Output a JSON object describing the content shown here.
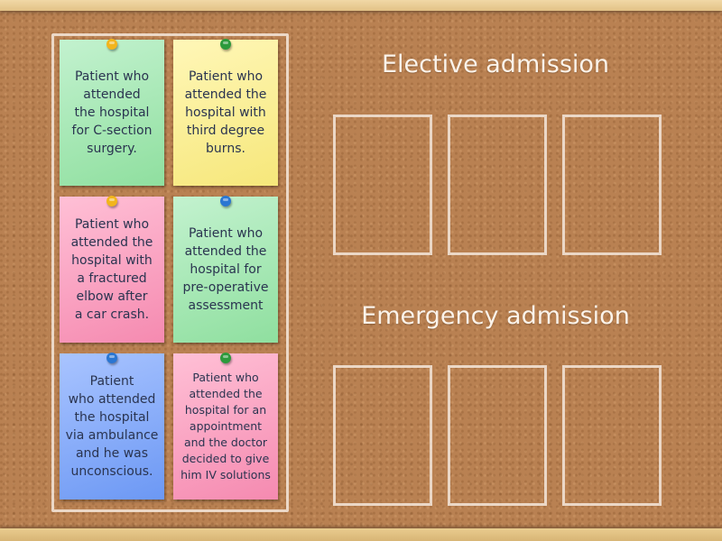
{
  "activity": {
    "type": "group sort",
    "source_panel": {
      "cards": [
        {
          "text": "Patient who\nattended\nthe hospital\nfor C-section\nsurgery.",
          "color": "green",
          "pin": "#f2b51c"
        },
        {
          "text": "Patient who\nattended the\nhospital with\nthird degree\nburns.",
          "color": "yellow",
          "pin": "#2c9a3c"
        },
        {
          "text": "Patient who\nattended the\nhospital with\na fractured\nelbow after\na car crash.",
          "color": "pink",
          "pin": "#f2b51c"
        },
        {
          "text": "Patient who\nattended the\nhospital for\npre-operative\nassessment",
          "color": "green",
          "pin": "#2a76d2"
        },
        {
          "text": "Patient\nwho attended\nthe hospital\nvia ambulance\nand he was\nunconscious.",
          "color": "blue",
          "pin": "#2a76d2"
        },
        {
          "text": "Patient who\nattended the\nhospital for an\nappointment\nand the doctor\ndecided to give\nhim IV solutions",
          "color": "pink",
          "pin": "#2c9a3c"
        }
      ]
    },
    "groups": [
      {
        "title": "Elective admission",
        "slots": 3
      },
      {
        "title": "Emergency admission",
        "slots": 3
      }
    ]
  },
  "colors": {
    "cork": "#b98152",
    "chalk": "#f5e8dc",
    "note_text": "#2a3450",
    "green_note": "#a8ebb6",
    "yellow_note": "#fbef98",
    "pink_note": "#f9a5c3",
    "blue_note": "#8db0fa"
  }
}
